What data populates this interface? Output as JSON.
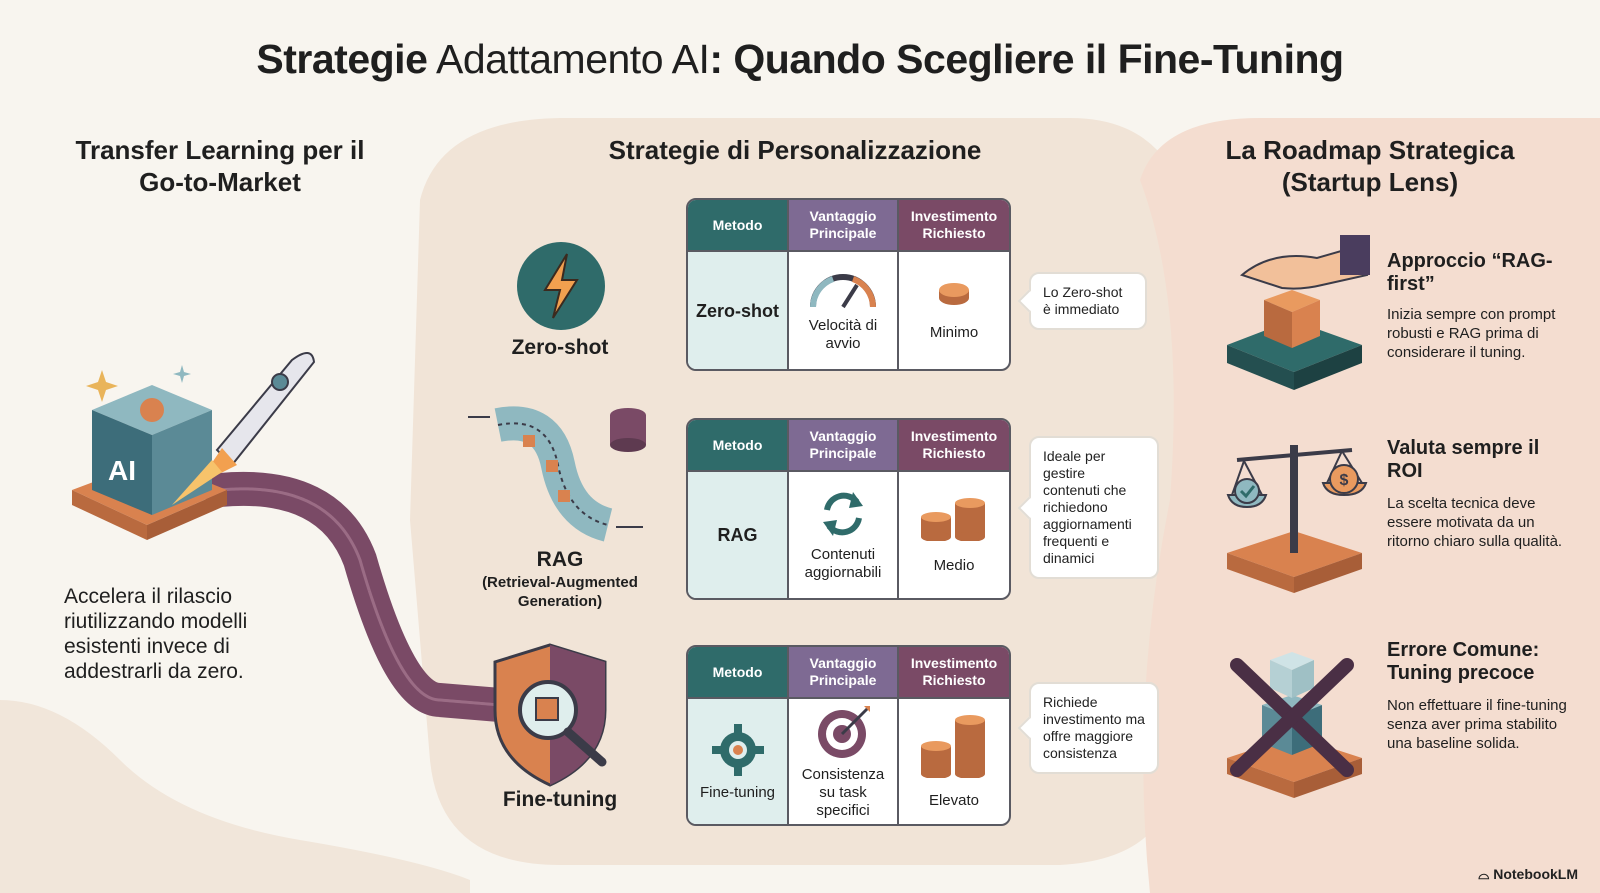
{
  "title": {
    "part1": "Strategie",
    "part2": " Adattamento AI",
    "part3": ": Quando Scegliere il Fine-Tuning"
  },
  "left": {
    "heading": "Transfer Learning per il Go-to-Market",
    "cube_label": "AI",
    "text": "Accelera il rilascio riutilizzando modelli esistenti invece di addestrarli da zero."
  },
  "center": {
    "heading": "Strategie di Personalizzazione",
    "header_labels": {
      "method": "Metodo",
      "advantage": "Vantaggio Principale",
      "investment": "Investimento Richiesto"
    },
    "strategies": [
      {
        "icon_label": "Zero-shot",
        "method": "Zero-shot",
        "advantage": "Velocità di avvio",
        "investment": "Minimo",
        "note": "Lo Zero-shot è immediato"
      },
      {
        "icon_label": "RAG",
        "icon_sublabel": "(Retrieval-Augmented Generation)",
        "method": "RAG",
        "advantage": "Contenuti aggiornabili",
        "investment": "Medio",
        "note": "Ideale per gestire contenuti che richiedono aggiornamenti frequenti e dinamici"
      },
      {
        "icon_label": "Fine-tuning",
        "method": "Fine-tuning",
        "advantage": "Consistenza su task specifici",
        "investment": "Elevato",
        "note": "Richiede investimento ma offre maggiore consistenza"
      }
    ]
  },
  "right": {
    "heading": "La Roadmap Strategica (Startup Lens)",
    "items": [
      {
        "heading": "Approccio “RAG-first”",
        "body": "Inizia sempre con prompt robusti e RAG prima di considerare il tuning."
      },
      {
        "heading": "Valuta sempre il ROI",
        "body": "La scelta tecnica deve essere motivata da un ritorno chiaro sulla qualità."
      },
      {
        "heading": "Errore Comune: Tuning precoce",
        "body": "Non effettuare il fine-tuning senza aver prima stabilito una baseline solida."
      }
    ]
  },
  "brand": "NotebookLM",
  "colors": {
    "teal": "#2f6b6a",
    "purple": "#7e6a93",
    "plum": "#7a4a66",
    "orange": "#d9824f",
    "road": "#7a4a66",
    "panel": "#f0e4d8",
    "right_panel": "#f3ddd0"
  }
}
